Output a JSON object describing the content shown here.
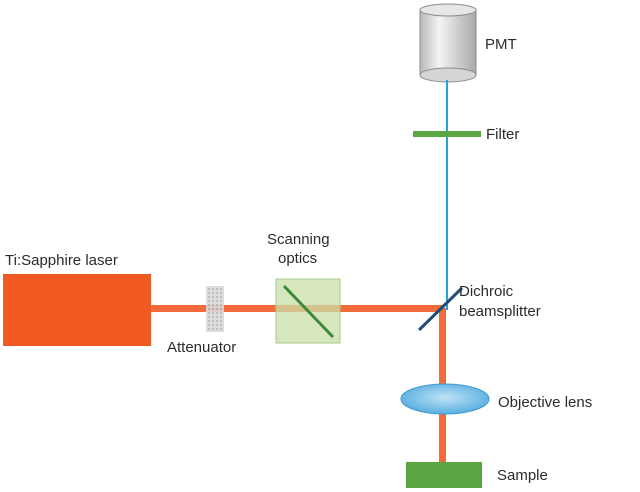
{
  "labels": {
    "pmt": "PMT",
    "filter": "Filter",
    "laser": "Ti:Sapphire laser",
    "scanning_line1": "Scanning",
    "scanning_line2": "optics",
    "attenuator": "Attenuator",
    "dichroic_line1": "Dichroic",
    "dichroic_line2": "beamsplitter",
    "objective": "Objective lens",
    "sample": "Sample"
  },
  "colors": {
    "laser": "#f15a22",
    "beam": "#f26b3a",
    "fluorescence": "#2a9fd8",
    "filter": "#5aa642",
    "sample": "#5aa642",
    "scanning_box": "#c8dfa8",
    "mirror": "#1f4e79",
    "objective": "#6fbbe8",
    "pmt": "#d0d0d0",
    "attenuator": "#bdbdbd"
  }
}
